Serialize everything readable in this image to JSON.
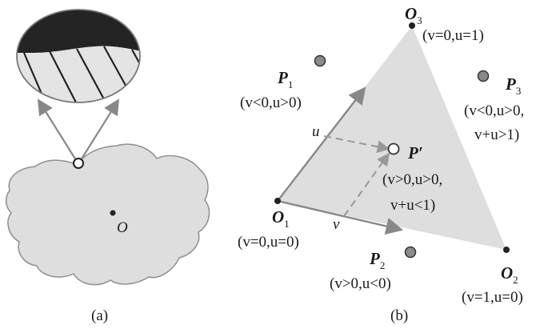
{
  "panel_a": {
    "center_label": "O",
    "caption": "(a)"
  },
  "panel_b": {
    "caption": "(b)",
    "o1": {
      "name": "O",
      "sub": "1",
      "coords": "(v=0,u=0)"
    },
    "o2": {
      "name": "O",
      "sub": "2",
      "coords": "(v=1,u=0)"
    },
    "o3": {
      "name": "O",
      "sub": "3",
      "coords": "(v=0,u=1)"
    },
    "p1": {
      "name": "P",
      "sub": "1",
      "coords": "(v<0,u>0)"
    },
    "p2": {
      "name": "P",
      "sub": "2",
      "coords": "(v>0,u<0)"
    },
    "p3": {
      "name": "P",
      "sub": "3",
      "coords_line1": "(v<0,u>0,",
      "coords_line2": "v+u>1)"
    },
    "p_prime": {
      "name": "P′",
      "coords_line1": "(v>0,u>0,",
      "coords_line2": "v+u<1)"
    },
    "axis_u": "u",
    "axis_v": "v"
  },
  "colors": {
    "shape_fill": "#dedede",
    "shape_stroke": "#8f8f8f",
    "arrow": "#888888",
    "dark": "#222222",
    "point_fill": "#8a8a8a"
  }
}
